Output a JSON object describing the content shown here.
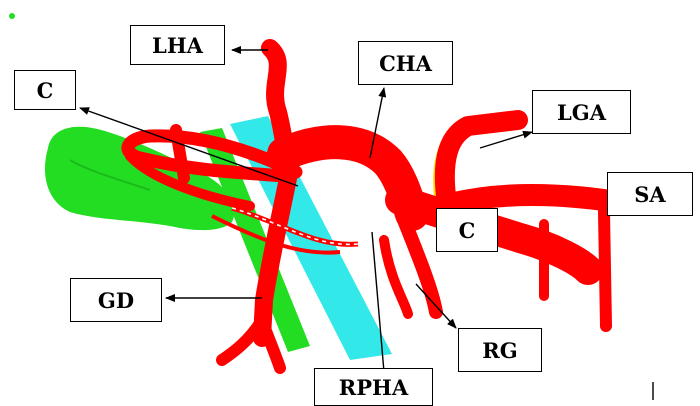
{
  "labels": {
    "lha": "LHA",
    "cha": "CHA",
    "c_top": "C",
    "lga": "LGA",
    "sa": "SA",
    "c_mid": "C",
    "gd": "GD",
    "rg": "RG",
    "rpha": "RPHA"
  },
  "colors": {
    "artery": "#ff0000",
    "gallbladder": "#22dd22",
    "duct": "#33e8e8",
    "highlight": "#ffe000",
    "pointer": "#000000",
    "background": "#ffffff"
  }
}
